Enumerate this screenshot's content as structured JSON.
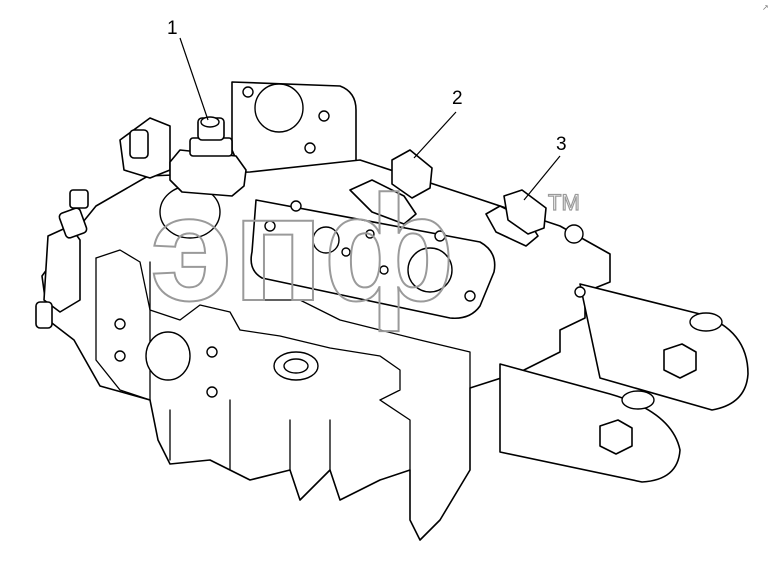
{
  "callouts": [
    {
      "label": "1"
    },
    {
      "label": "2"
    },
    {
      "label": "3"
    }
  ],
  "watermark": {
    "text": "эпф",
    "trademark": "TM"
  },
  "corner_mark": "↗ "
}
